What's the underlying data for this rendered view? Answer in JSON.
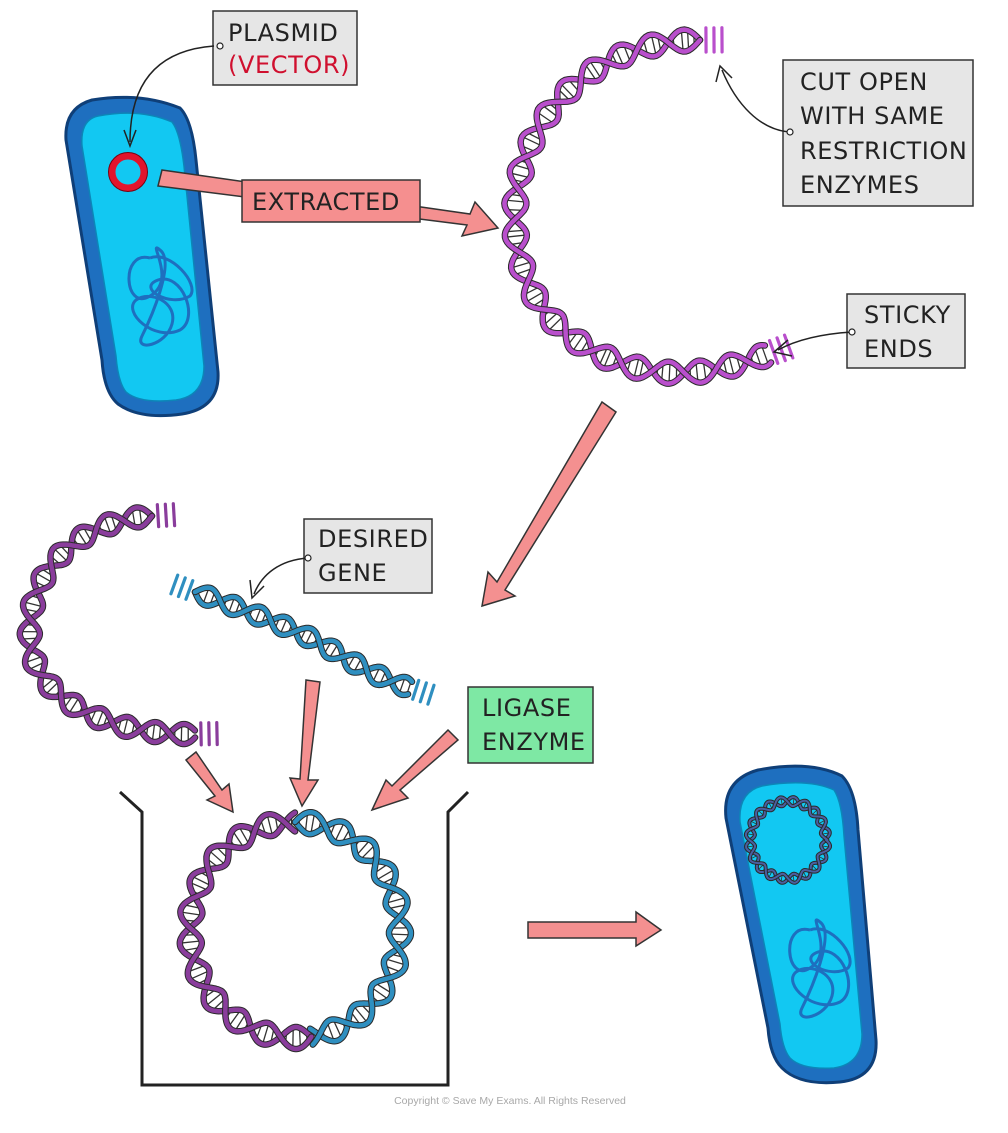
{
  "labels": {
    "plasmid": "PLASMID",
    "vector": "(VECTOR)",
    "extracted": "EXTRACTED",
    "cut_open": [
      "CUT OPEN",
      "WITH SAME",
      "RESTRICTION",
      "ENZYMES"
    ],
    "sticky_ends": [
      "STICKY",
      "ENDS"
    ],
    "desired_gene": [
      "DESIRED",
      "GENE"
    ],
    "ligase_enzyme": [
      "LIGASE",
      "ENZYME"
    ]
  },
  "copyright": "Copyright © Save My Exams. All Rights Reserved",
  "colors": {
    "cell_wall": "#1e6fbf",
    "cytoplasm": "#12c8f2",
    "plasmid_ring": "#e2142c",
    "vector_dna": "#8a3d9c",
    "plasmid_dna": "#b94fcc",
    "gene_dna": "#2f8fc0",
    "arrow_fill": "#f49090",
    "label_box": "#e6e6e6",
    "extracted_box": "#f58f8f",
    "ligase_box": "#7ee8a4",
    "vector_text": "#d0102f"
  }
}
